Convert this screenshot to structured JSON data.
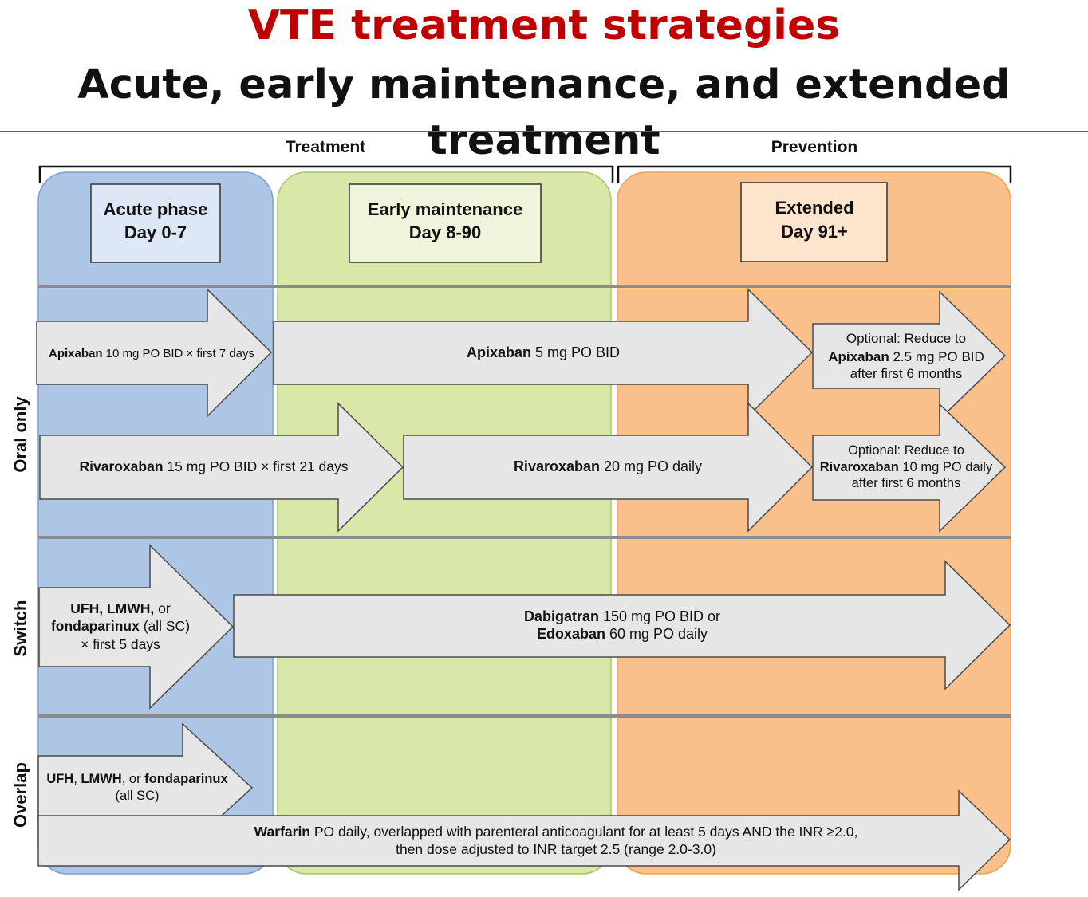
{
  "header": {
    "title": "VTE treatment strategies",
    "subtitle": "Acute, early maintenance, and extended treatment"
  },
  "groups": {
    "treatment": "Treatment",
    "prevention": "Prevention"
  },
  "phases": {
    "acute": {
      "name": "Acute phase",
      "days": "Day 0-7"
    },
    "early": {
      "name": "Early maintenance",
      "days": "Day 8-90"
    },
    "extended": {
      "name": "Extended",
      "days": "Day 91+"
    }
  },
  "rows": {
    "oral": "Oral only",
    "switch": "Switch",
    "overlap": "Overlap"
  },
  "arrows": {
    "apix_acute": {
      "drug": "Apixaban",
      "rest": "10 mg PO BID × first 7 days"
    },
    "apix_main": {
      "drug": "Apixaban",
      "rest": "5 mg PO BID"
    },
    "apix_ext": {
      "line1": "Optional: Reduce to",
      "drug": "Apixaban",
      "rest": "2.5 mg PO BID",
      "line3": "after first 6 months"
    },
    "riva_acute": {
      "drug": "Rivaroxaban",
      "rest": "15 mg PO BID × first 21 days"
    },
    "riva_main": {
      "drug": "Rivaroxaban",
      "rest": "20 mg PO daily"
    },
    "riva_ext": {
      "line1": "Optional: Reduce to",
      "drug": "Rivaroxaban",
      "rest": "10 mg PO daily",
      "line3": "after first 6 months"
    },
    "switch_acute": {
      "l1a": "UFH, LMWH,",
      "l1b": "or",
      "l2a": "fondaparinux",
      "l2b": "(all SC)",
      "l3": "× first 5 days"
    },
    "switch_main": {
      "d1": "Dabigatran",
      "r1": "150 mg PO BID or",
      "d2": "Edoxaban",
      "r2": "60 mg PO daily"
    },
    "overlap_acute": {
      "a": "UFH",
      "b": ", ",
      "c": "LMWH",
      "d": ", or ",
      "e": "fondaparinux",
      "l2": "(all SC)"
    },
    "warfarin": {
      "drug": "Warfarin",
      "rest": "PO daily, overlapped with parenteral anticoagulant for at least 5 days AND the INR ≥2.0,",
      "line2": "then dose adjusted to INR target 2.5 (range 2.0-3.0)"
    }
  },
  "colors": {
    "title": "#c00000",
    "acute_fill": "#adc6e6",
    "early_fill": "#d9e8a8",
    "extended_fill": "#f9c08c",
    "arrow_fill": "#e6e6e6",
    "divider": "#8c8c8c"
  }
}
